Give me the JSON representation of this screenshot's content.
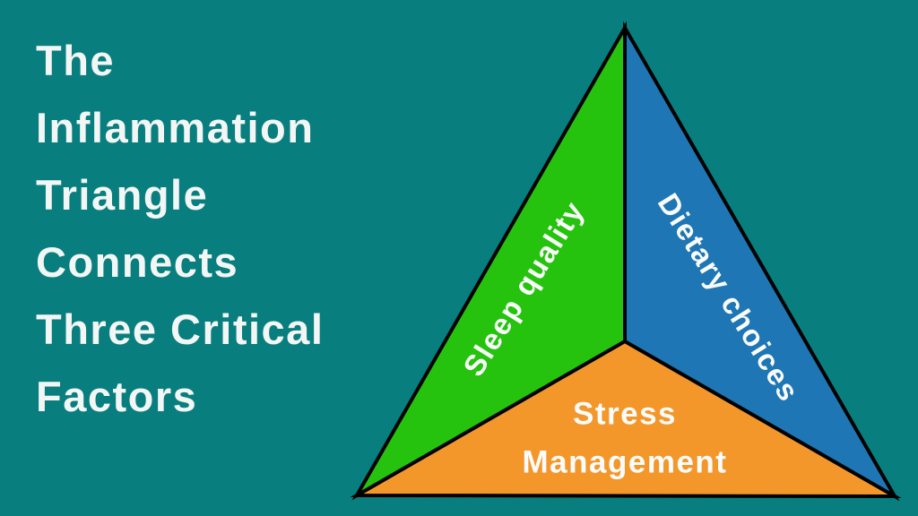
{
  "background_color": "#087E7E",
  "title": {
    "text": "The Inflammation Triangle Connects Three Critical Factors",
    "color": "#F2F6F4",
    "lines": [
      "The",
      "Inflammation",
      "Triangle",
      "Connects",
      "Three Critical",
      "Factors"
    ]
  },
  "diagram": {
    "type": "triangle-infographic",
    "description": "Triangle split into three sections meeting at a center point",
    "outline_color": "#000000",
    "label_color": "#FAFCFB",
    "sections": [
      {
        "id": "sleep-quality",
        "label": "Sleep quality",
        "color": "#25C30E",
        "position": "left"
      },
      {
        "id": "dietary-choices",
        "label": "Dietary choices",
        "color": "#1E76B4",
        "position": "right"
      },
      {
        "id": "stress-management",
        "label": "Stress Management",
        "label_lines": [
          "Stress",
          "Management"
        ],
        "color": "#F3972B",
        "position": "bottom"
      }
    ]
  }
}
